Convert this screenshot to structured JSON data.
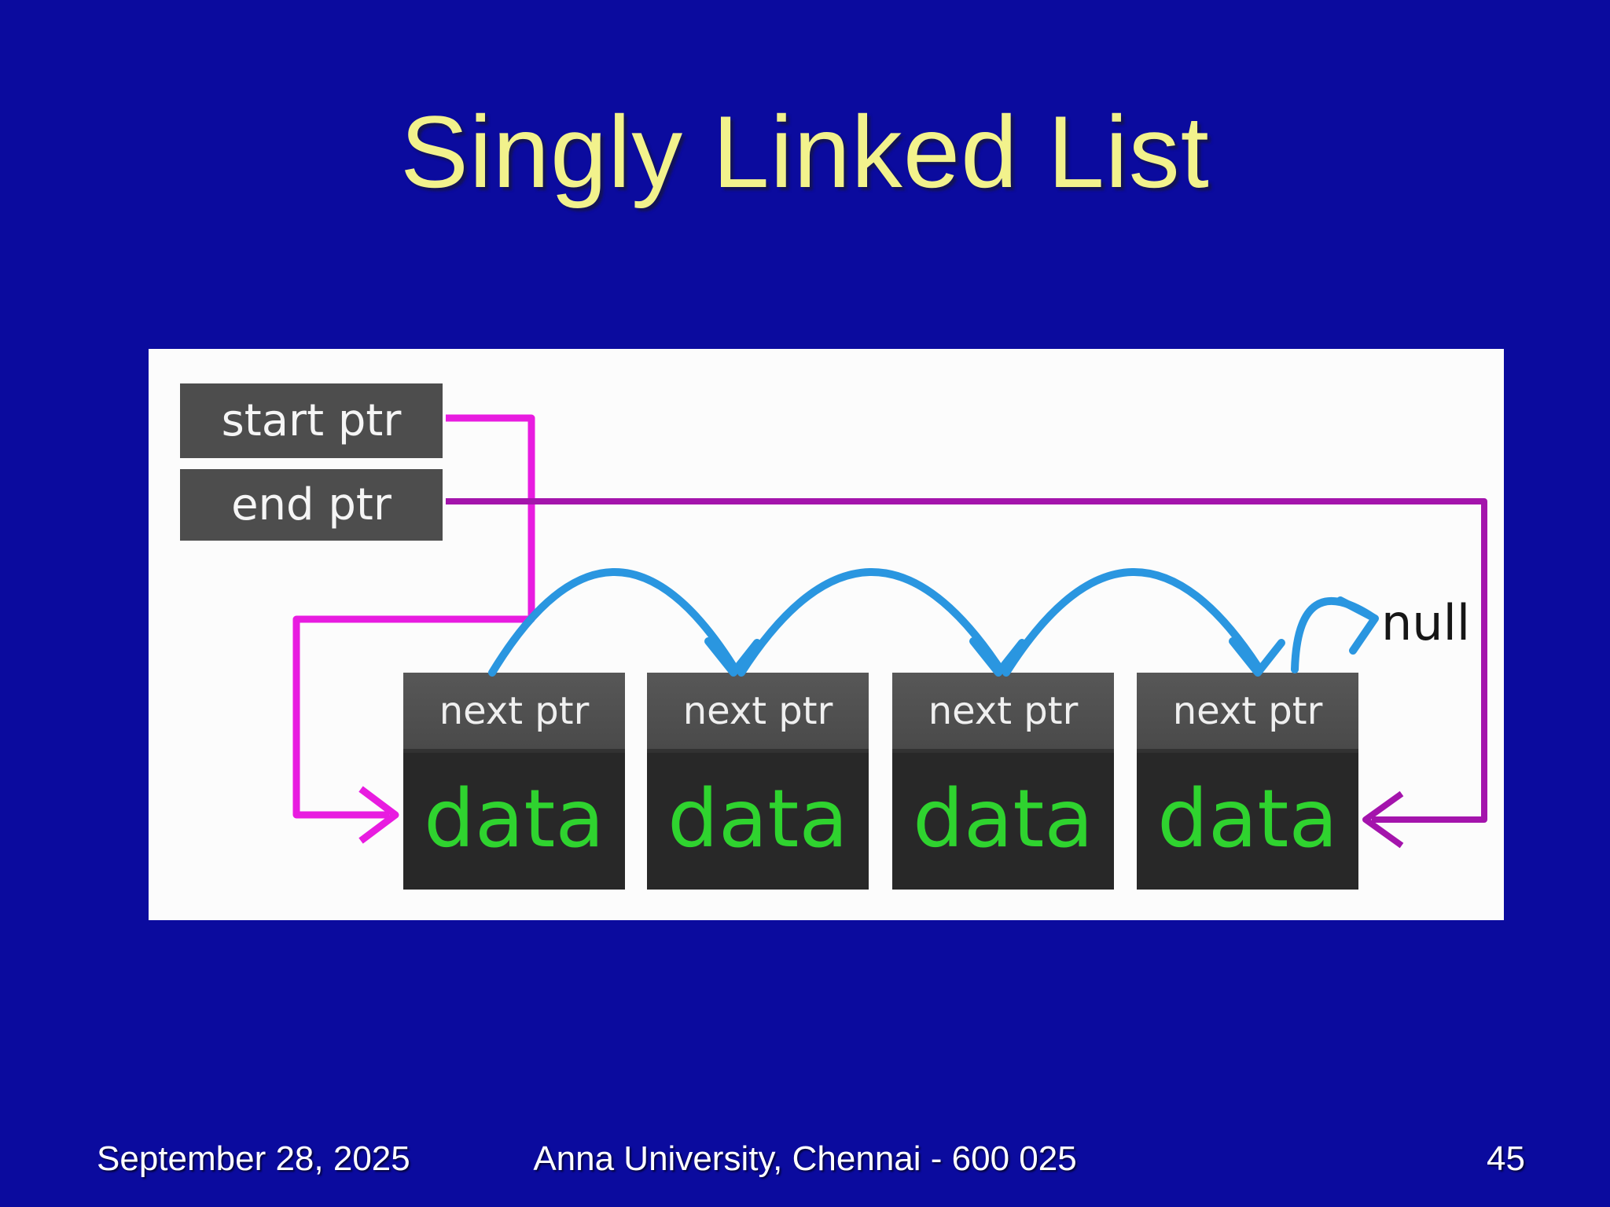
{
  "slide": {
    "title": "Singly Linked List",
    "footer": {
      "date": "September 28, 2025",
      "center": "Anna University, Chennai - 600 025",
      "page_number": "45"
    }
  },
  "diagram": {
    "pointers": [
      {
        "label": "start ptr"
      },
      {
        "label": "end ptr"
      }
    ],
    "nodes": [
      {
        "next_ptr_label": "next ptr",
        "data_label": "data"
      },
      {
        "next_ptr_label": "next ptr",
        "data_label": "data"
      },
      {
        "next_ptr_label": "next ptr",
        "data_label": "data"
      },
      {
        "next_ptr_label": "next ptr",
        "data_label": "data"
      }
    ],
    "null_label": "null",
    "icons": [
      "start-ptr-arrow-icon",
      "end-ptr-arrow-icon",
      "next-link-arrow-icon",
      "null-arrow-icon"
    ]
  },
  "colors": {
    "background": "#0b0b9e",
    "title_text": "#f2f28c",
    "panel": "#fcfcfc",
    "box_gray": "#4d4d4d",
    "node_body": "#282828",
    "data_green": "#2fd32f",
    "start_arrow_magenta": "#e81ce0",
    "end_arrow_purple": "#a414ac",
    "next_arrow_blue": "#2a96e0",
    "null_text": "#161616",
    "footer_text": "#ffffff"
  }
}
